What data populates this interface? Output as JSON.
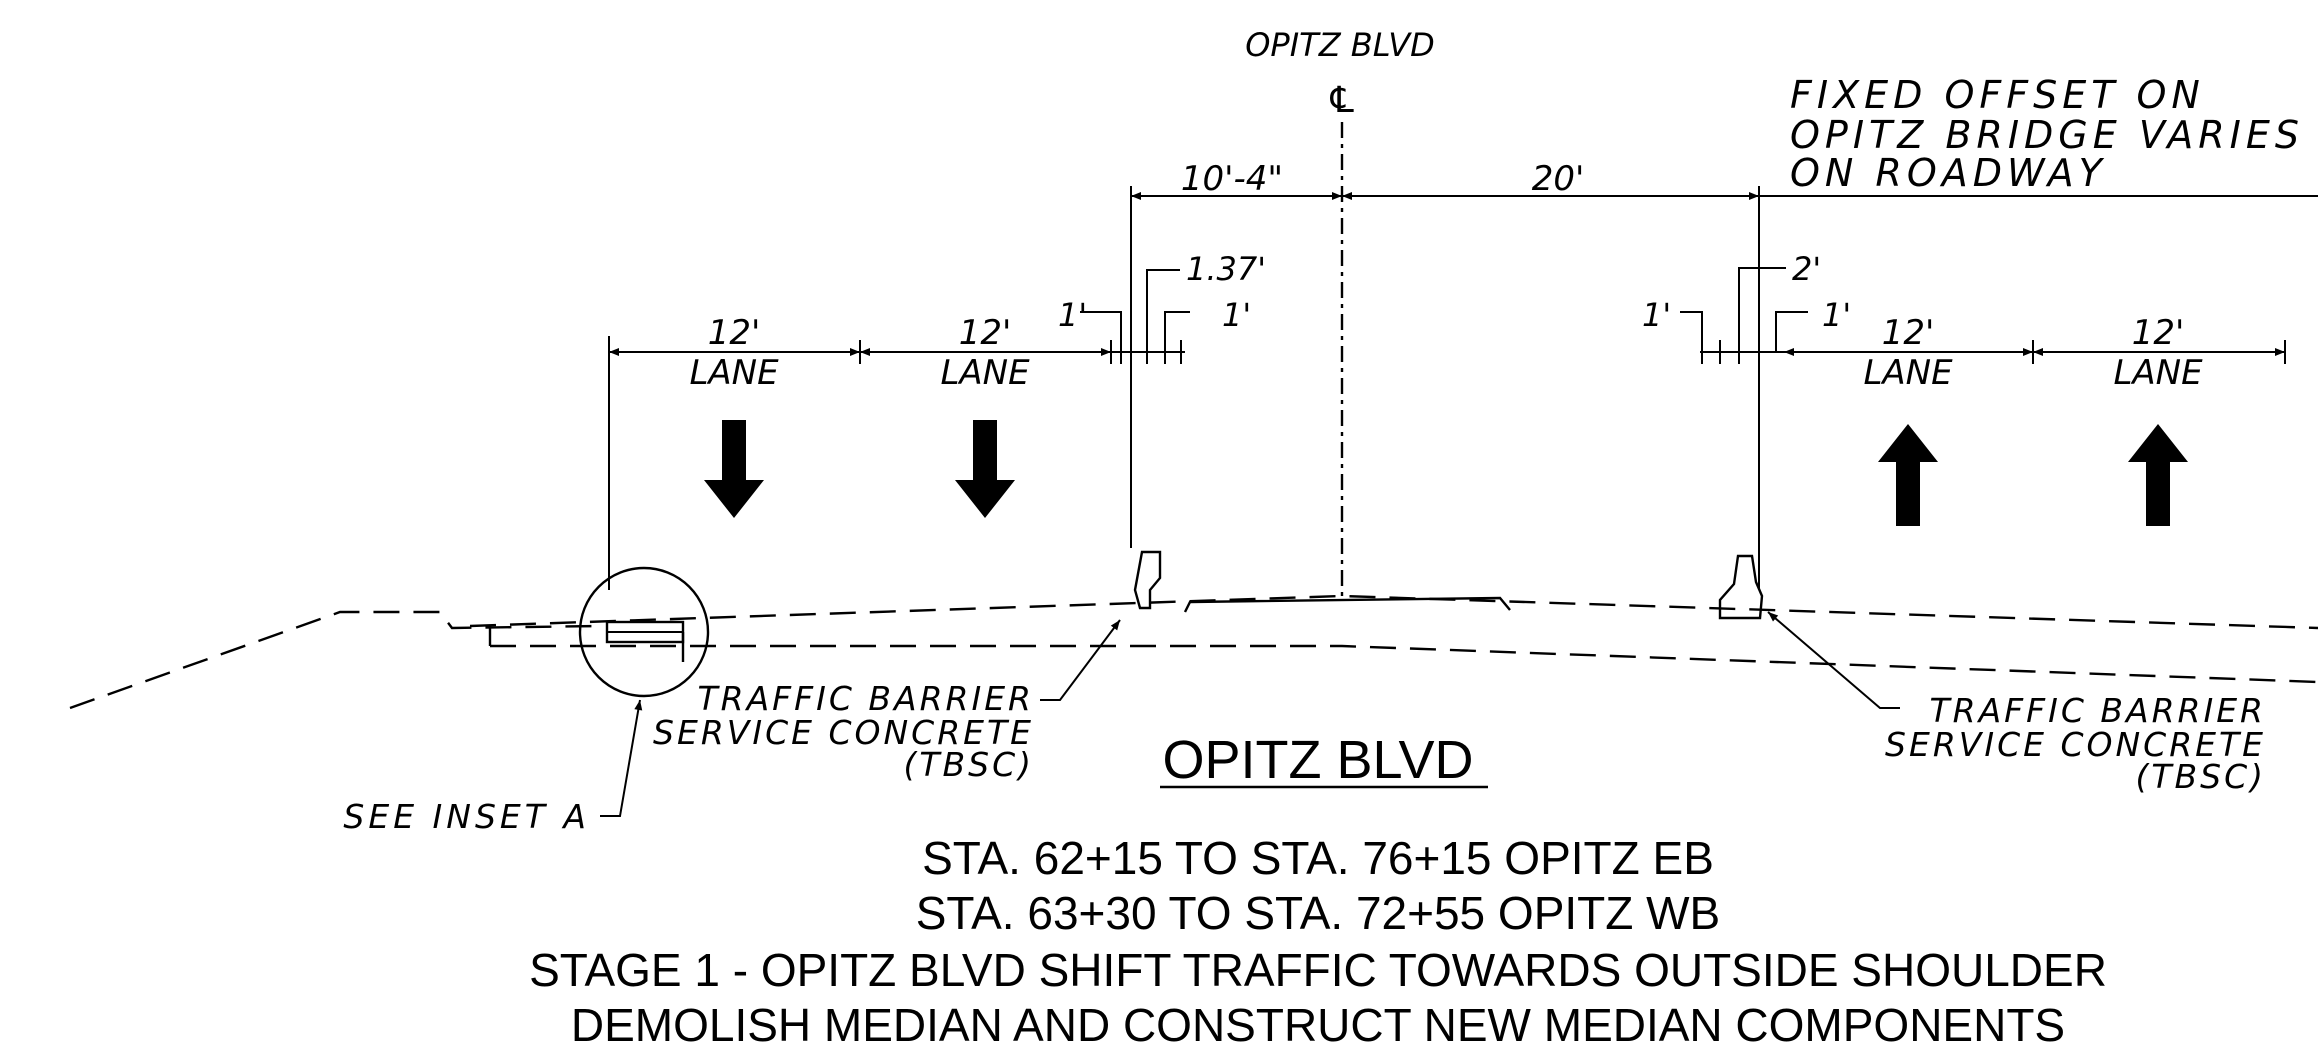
{
  "road_name": "OPITZ BLVD",
  "centerline_symbol": "℄",
  "bridge_note": [
    "FIXED OFFSET ON",
    "OPITZ BRIDGE VARIES",
    "ON ROADWAY"
  ],
  "dimensions": {
    "left_to_centerline": "10'-4\"",
    "centerline_to_right": "20'",
    "left_barrier_width": "1.37'",
    "right_barrier_width": "2'",
    "offset_left_a": "1'",
    "offset_left_b": "1'",
    "offset_right_a": "1'",
    "offset_right_b": "1'"
  },
  "lanes": [
    {
      "width": "12'",
      "label": "LANE",
      "direction": "down"
    },
    {
      "width": "12'",
      "label": "LANE",
      "direction": "down"
    },
    {
      "width": "12'",
      "label": "LANE",
      "direction": "up"
    },
    {
      "width": "12'",
      "label": "LANE",
      "direction": "up"
    }
  ],
  "callouts": {
    "left_barrier": [
      "TRAFFIC BARRIER",
      "SERVICE CONCRETE",
      "(TBSC)"
    ],
    "right_barrier": [
      "TRAFFIC BARRIER",
      "SERVICE CONCRETE",
      "(TBSC)"
    ],
    "inset": "SEE INSET A"
  },
  "section_title": "OPITZ BLVD",
  "notes": [
    "STA. 62+15 TO STA. 76+15 OPITZ EB",
    "STA. 63+30 TO STA. 72+55 OPITZ WB",
    "STAGE 1 - OPITZ BLVD SHIFT TRAFFIC TOWARDS OUTSIDE SHOULDER",
    "DEMOLISH MEDIAN AND CONSTRUCT NEW MEDIAN COMPONENTS"
  ]
}
